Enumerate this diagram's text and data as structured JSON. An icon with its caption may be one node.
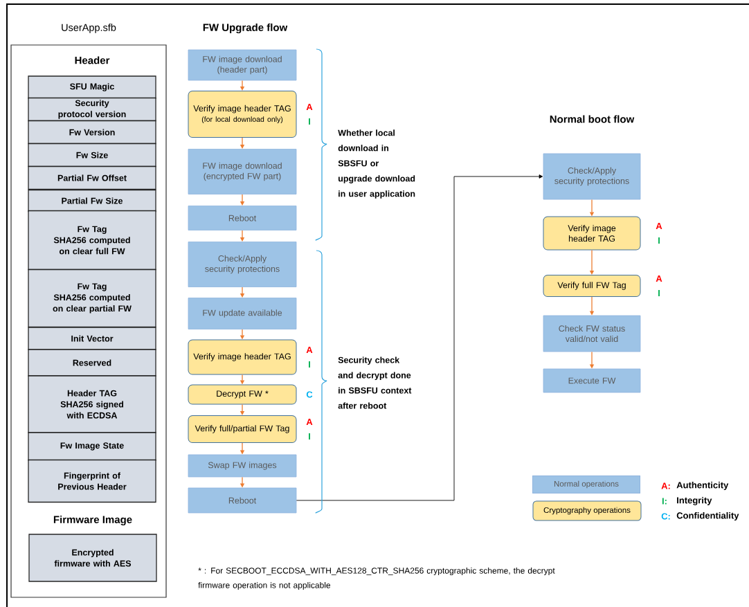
{
  "diagram": {
    "nodes": [
      {
        "text": [
          "UserApp.sfb",
          "Header",
          "Firmware Image"
        ]
      },
      {
        "text": [
          "SFU Magic"
        ],
        "in": 0
      },
      {
        "text": [
          "Security protocol version"
        ],
        "in": 0
      },
      {
        "text": [
          "Fw Version"
        ],
        "in": 0
      },
      {
        "text": [
          "Fw Size"
        ],
        "in": 0
      },
      {
        "text": [
          "Partial Fw Offset"
        ],
        "in": 0
      },
      {
        "text": [
          "Partial Fw Size"
        ],
        "in": 0
      },
      {
        "text": [
          "Fw Tag",
          "SHA256 computed on clear full FW"
        ],
        "in": 0
      },
      {
        "text": [
          "Fw Tag",
          "SHA256 computed on clear partial FW"
        ],
        "in": 0
      },
      {
        "text": [
          "Init Vector"
        ],
        "in": 0
      },
      {
        "text": [
          "Reserved"
        ],
        "in": 0
      },
      {
        "text": [
          "Header TAG",
          "SHA256 signed with ECDSA"
        ],
        "in": 0
      },
      {
        "text": [
          "Fw Image State"
        ],
        "in": 0
      },
      {
        "text": [
          "Fingerprint of Previous Header"
        ],
        "in": 0
      },
      {
        "text": [
          "Encrypted firmware with AES"
        ],
        "in": 0
      },
      {
        "text": [
          "FW image download (header part)"
        ]
      },
      {
        "text": [
          "Verify image header TAG",
          "(for local download only)"
        ],
        "beside": [
          "A",
          "I"
        ]
      },
      {
        "text": [
          "FW image download (encrypted FW part)"
        ]
      },
      {
        "text": [
          "Reboot"
        ]
      },
      {
        "text": [
          "Check/Apply security protections"
        ]
      },
      {
        "text": [
          "FW update available"
        ]
      },
      {
        "text": [
          "Verify image header TAG"
        ],
        "beside": [
          "A",
          "I"
        ]
      },
      {
        "text": [
          "Decrypt FW *"
        ],
        "beside": [
          "C"
        ]
      },
      {
        "text": [
          "Verify full/partial FW Tag"
        ],
        "beside": [
          "A",
          "I"
        ]
      },
      {
        "text": [
          "Swap FW images"
        ]
      },
      {
        "text": [
          "Reboot"
        ]
      },
      {
        "text": [
          "Check/Apply security protections"
        ]
      },
      {
        "text": [
          "Verify image header TAG"
        ],
        "beside": [
          "A",
          "I"
        ]
      },
      {
        "text": [
          "Verify full FW Tag"
        ],
        "beside": [
          "A",
          "I"
        ]
      },
      {
        "text": [
          "Check FW status valid/not valid"
        ]
      },
      {
        "text": [
          "Execute FW"
        ]
      }
    ],
    "edges": [
      {
        "from": 15,
        "to": 16,
        "arrow": "to"
      },
      {
        "from": 16,
        "to": 17,
        "arrow": "to"
      },
      {
        "from": 17,
        "to": 18,
        "arrow": "to"
      },
      {
        "from": 18,
        "to": 19,
        "arrow": "to"
      },
      {
        "from": 19,
        "to": 20,
        "arrow": "to"
      },
      {
        "from": 20,
        "to": 21,
        "arrow": "to"
      },
      {
        "from": 21,
        "to": 22,
        "arrow": "to"
      },
      {
        "from": 22,
        "to": 23,
        "arrow": "to"
      },
      {
        "from": 23,
        "to": 24,
        "arrow": "to"
      },
      {
        "from": 24,
        "to": 25,
        "arrow": "to"
      },
      {
        "from": 25,
        "to": 26,
        "arrow": "to",
        "color": "#000000"
      },
      {
        "from": 26,
        "to": 27,
        "arrow": "to"
      },
      {
        "from": 27,
        "to": 28,
        "arrow": "to"
      },
      {
        "from": 28,
        "to": 29,
        "arrow": "to"
      },
      {
        "from": 29,
        "to": 30,
        "arrow": "to"
      }
    ],
    "labels": [
      "FW Upgrade flow",
      "Whether local download in SBSFU or upgrade download in user application",
      "Normal boot flow",
      "Security check and decrypt done in SBSFU context after reboot",
      "A:",
      "Authenticity",
      "I:",
      "Integrity",
      "C:",
      "Confidentiality",
      "* : For SECBOOT_ECCDSA_WITH_AES128_CTR_SHA256 cryptographic scheme, the decrypt firmware operation is not  applicable"
    ],
    "legend": [
      {
        "text": "Normal operations",
        "color": "#9dc3e6"
      },
      {
        "text": "Cryptography operations",
        "color": "#ffe699"
      }
    ]
  }
}
